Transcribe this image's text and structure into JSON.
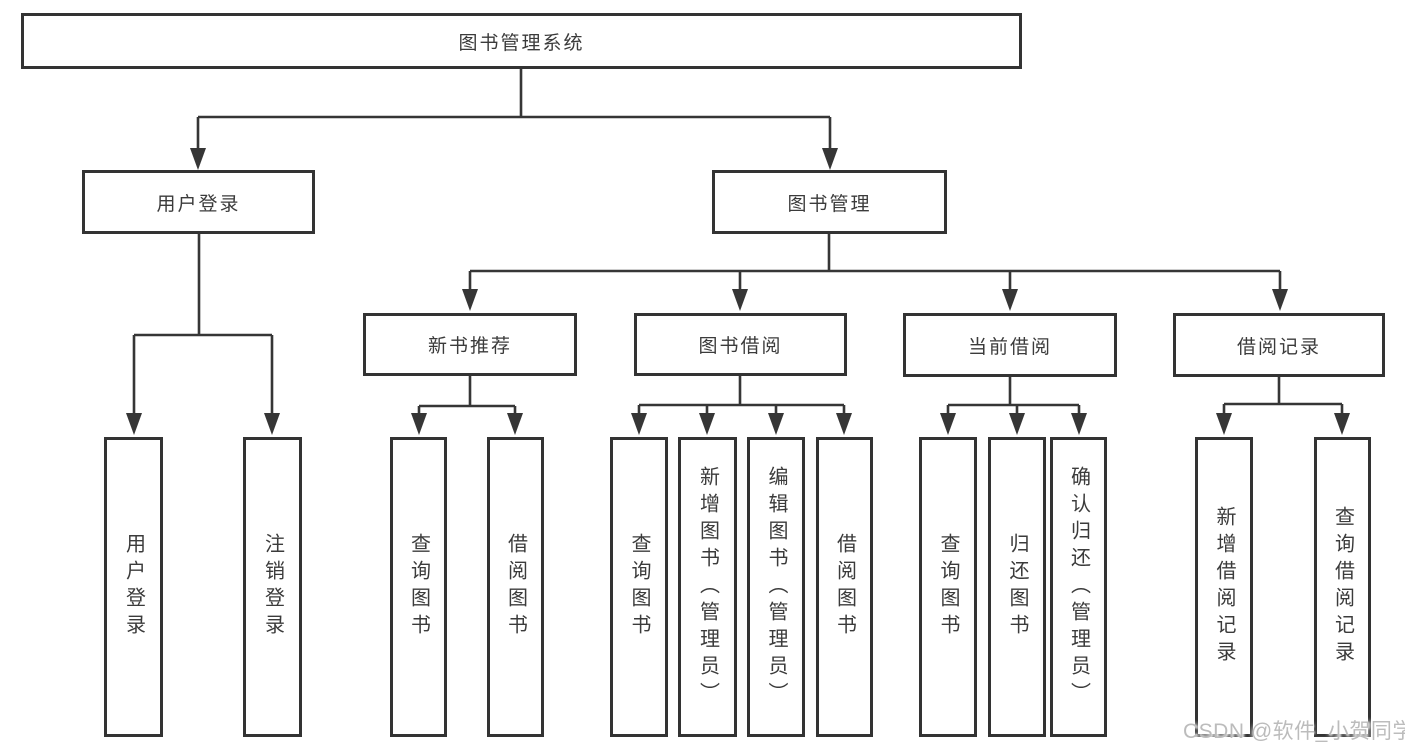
{
  "diagram": {
    "type": "tree",
    "title": "图书管理系统",
    "nodes": {
      "root": {
        "label": "图书管理系统"
      },
      "level2": {
        "user_login": {
          "label": "用户登录"
        },
        "book_mgmt": {
          "label": "图书管理"
        }
      },
      "level3": {
        "new_book_rec": {
          "label": "新书推荐"
        },
        "book_borrow": {
          "label": "图书借阅"
        },
        "current_borrow": {
          "label": "当前借阅"
        },
        "borrow_records": {
          "label": "借阅记录"
        }
      },
      "leaves": {
        "user_login_item": {
          "label": "用户登录"
        },
        "logout_item": {
          "label": "注销登录"
        },
        "rec_query_books": {
          "label": "查询图书"
        },
        "rec_borrow_books": {
          "label": "借阅图书"
        },
        "bb_query_books": {
          "label": "查询图书"
        },
        "bb_add_books": {
          "label": "新增图书（管理员）"
        },
        "bb_edit_books": {
          "label": "编辑图书（管理员）"
        },
        "bb_borrow_books": {
          "label": "借阅图书"
        },
        "cb_query_books": {
          "label": "查询图书"
        },
        "cb_return_books": {
          "label": "归还图书"
        },
        "cb_confirm_return": {
          "label": "确认归还（管理员）"
        },
        "br_add_record": {
          "label": "新增借阅记录"
        },
        "br_query_record": {
          "label": "查询借阅记录"
        }
      }
    },
    "hierarchy": {
      "图书管理系统": [
        "用户登录",
        "图书管理"
      ],
      "用户登录": [
        "用户登录",
        "注销登录"
      ],
      "图书管理": [
        "新书推荐",
        "图书借阅",
        "当前借阅",
        "借阅记录"
      ],
      "新书推荐": [
        "查询图书",
        "借阅图书"
      ],
      "图书借阅": [
        "查询图书",
        "新增图书（管理员）",
        "编辑图书（管理员）",
        "借阅图书"
      ],
      "当前借阅": [
        "查询图书",
        "归还图书",
        "确认归还（管理员）"
      ],
      "借阅记录": [
        "新增借阅记录",
        "查询借阅记录"
      ]
    },
    "colors": {
      "line": "#363636",
      "border": "#333333",
      "text": "#3b3b3b",
      "background": "#ffffff",
      "watermark": "#bcbcbc"
    }
  },
  "watermark": {
    "text": "CSDN @软件_小贺同学"
  }
}
